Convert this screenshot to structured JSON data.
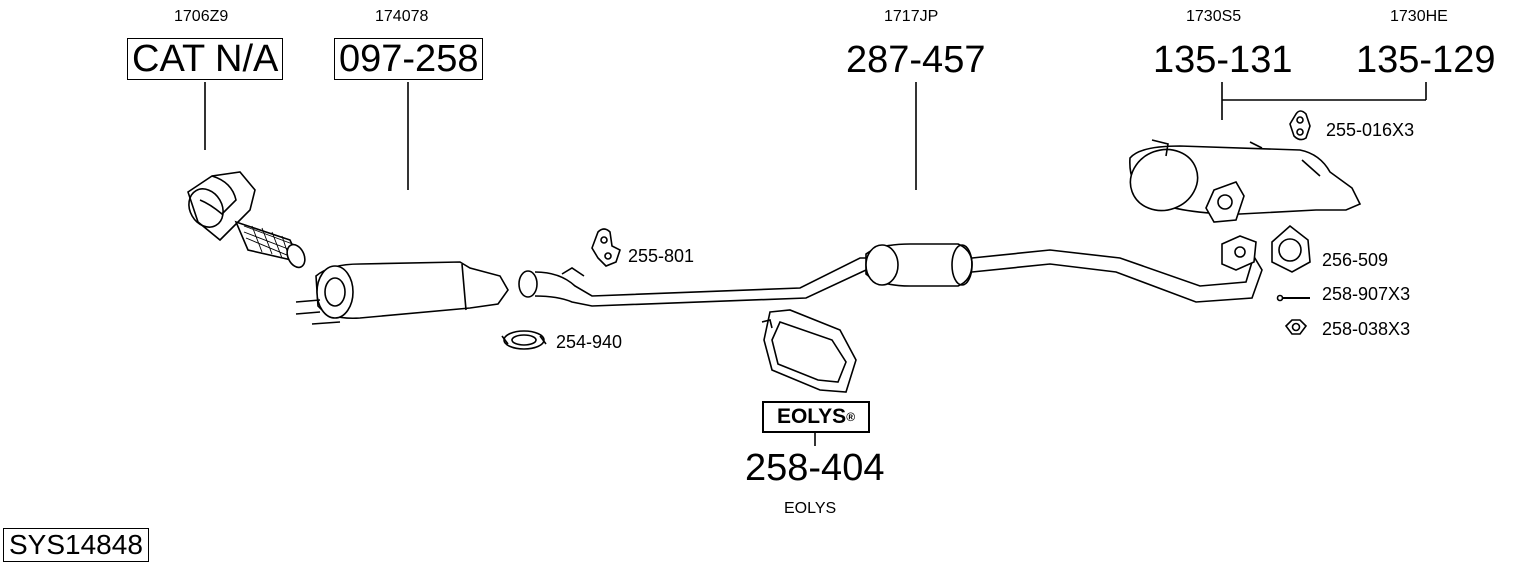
{
  "diagram": {
    "system_id": "SYS14848",
    "parts": [
      {
        "oem": "1706Z9",
        "number": "CAT N/A",
        "boxed": true
      },
      {
        "oem": "174078",
        "number": "097-258",
        "boxed": true
      },
      {
        "oem": "1717JP",
        "number": "287-457",
        "boxed": false
      },
      {
        "oem": "1730S5",
        "number": "135-131",
        "boxed": false
      },
      {
        "oem": "1730HE",
        "number": "135-129",
        "boxed": false
      }
    ],
    "accessories": {
      "hanger_rear": "255-016X3",
      "hanger_front": "255-801",
      "clamp": "254-940",
      "gasket": "256-509",
      "bolt": "258-907X3",
      "nut": "258-038X3"
    },
    "eolys": {
      "badge": "EOLYS",
      "number": "258-404",
      "label": "EOLYS"
    }
  }
}
